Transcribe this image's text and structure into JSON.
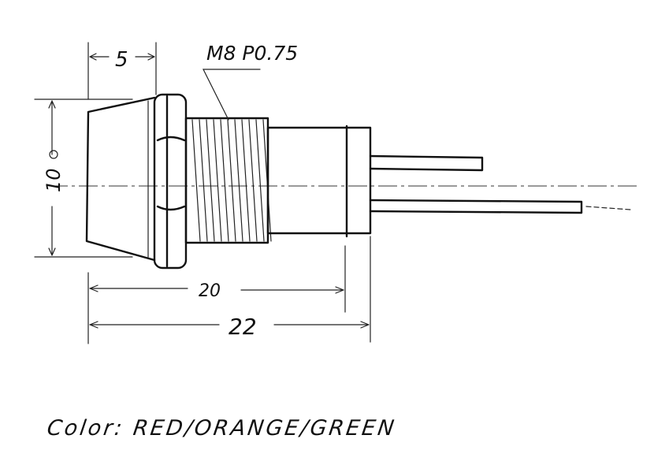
{
  "dimensions": {
    "bezel_length": "5",
    "thread_spec": "M8 P0.75",
    "diameter": "10",
    "body_length": "20",
    "overall_length": "22"
  },
  "note": {
    "color_line": "Color: RED/ORANGE/GREEN"
  }
}
